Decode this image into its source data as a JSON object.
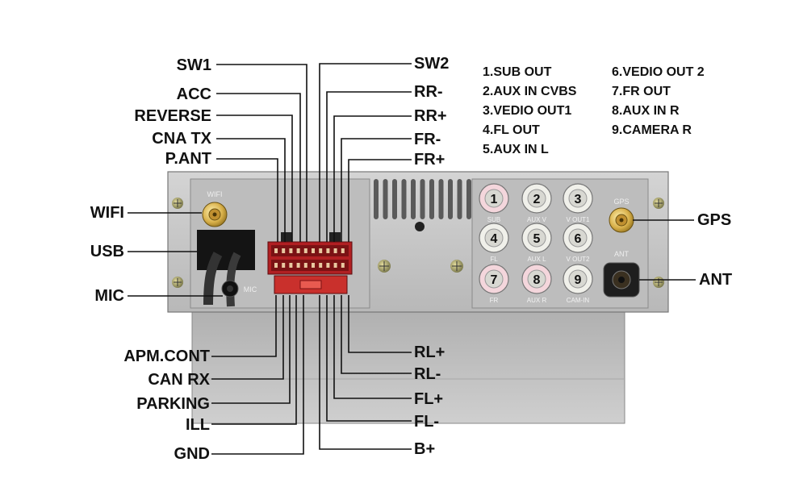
{
  "left_labels": [
    "SW1",
    "ACC",
    "REVERSE",
    "CNA TX",
    "P.ANT",
    "WIFI",
    "USB",
    "MIC",
    "APM.CONT",
    "CAN RX",
    "PARKING",
    "ILL",
    "GND"
  ],
  "right_labels": [
    "SW2",
    "RR-",
    "RR+",
    "FR-",
    "FR+",
    "GPS",
    "ANT",
    "RL+",
    "RL-",
    "FL+",
    "FL-",
    "B+"
  ],
  "legend_col1": [
    "1.SUB OUT",
    "2.AUX IN CVBS",
    "3.VEDIO OUT1",
    "4.FL OUT",
    "5.AUX IN L"
  ],
  "legend_col2": [
    "6.VEDIO OUT 2",
    "7.FR OUT",
    "8.AUX IN R",
    "9.CAMERA R"
  ],
  "panel_labels": {
    "wifi": "WIFI",
    "gps": "GPS",
    "mic": "MIC",
    "ant": "ANT"
  },
  "rca_jacks": [
    {
      "num": "1",
      "label": "SUB",
      "color": "#f4d6dc"
    },
    {
      "num": "2",
      "label": "AUX V",
      "color": "#f0f0ea"
    },
    {
      "num": "3",
      "label": "V OUT1",
      "color": "#f0f0ea"
    },
    {
      "num": "4",
      "label": "FL",
      "color": "#f0f0ea"
    },
    {
      "num": "5",
      "label": "AUX L",
      "color": "#f0f0ea"
    },
    {
      "num": "6",
      "label": "V OUT2",
      "color": "#f0f0ea"
    },
    {
      "num": "7",
      "label": "FR",
      "color": "#f4d6dc"
    },
    {
      "num": "8",
      "label": "AUX R",
      "color": "#f4d6dc"
    },
    {
      "num": "9",
      "label": "CAM-IN",
      "color": "#f0f0ea"
    }
  ],
  "colors": {
    "chassis": "#c8c8c8",
    "chassis_dark": "#8a8a8a",
    "connector": "#c0282a",
    "connector_dark": "#7a1214",
    "line": "#111111",
    "gold": "#d8b04a"
  }
}
